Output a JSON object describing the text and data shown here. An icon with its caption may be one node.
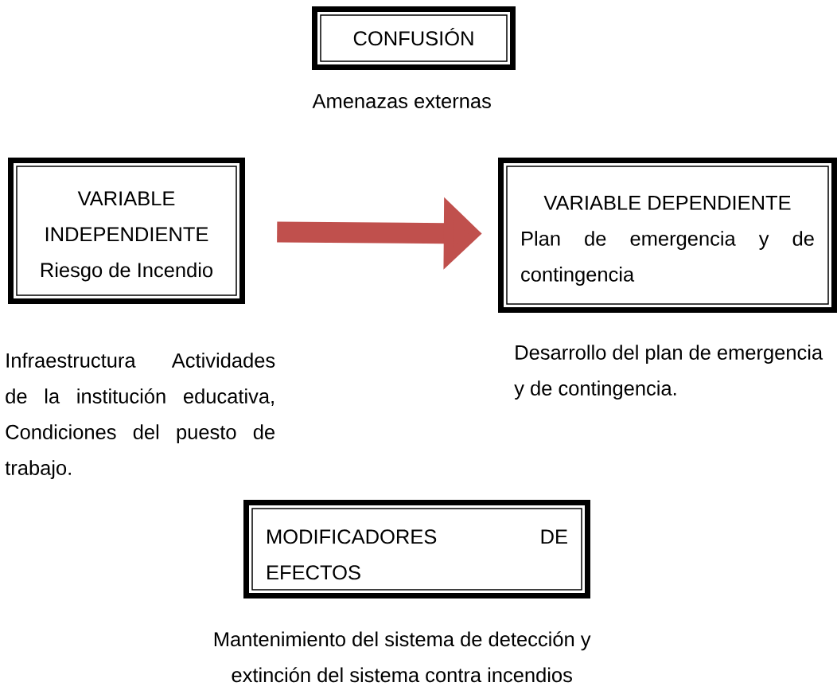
{
  "diagram": {
    "nodes": [
      {
        "text": [
          "CONFUSIÓN"
        ],
        "beside": [
          "Amenazas externas"
        ]
      },
      {
        "text": [
          "VARIABLE INDEPENDIENTE",
          "Riesgo de Incendio"
        ]
      },
      {
        "text": [
          "VARIABLE DEPENDIENTE",
          "Plan de emergencia y de contingencia"
        ],
        "beside": [
          "Desarrollo del plan de emergencia y de contingencia."
        ]
      },
      {
        "text": [
          "MODIFICADORES DE EFECTOS"
        ],
        "beside": [
          "Mantenimiento del sistema de detección y extinción del sistema contra incendios"
        ]
      }
    ],
    "edges": [
      {
        "from": 1,
        "to": 2,
        "arrow": "to"
      }
    ],
    "labels": [
      "Infraestructura Actividades de la institución educativa, Condiciones del puesto de trabajo."
    ]
  }
}
